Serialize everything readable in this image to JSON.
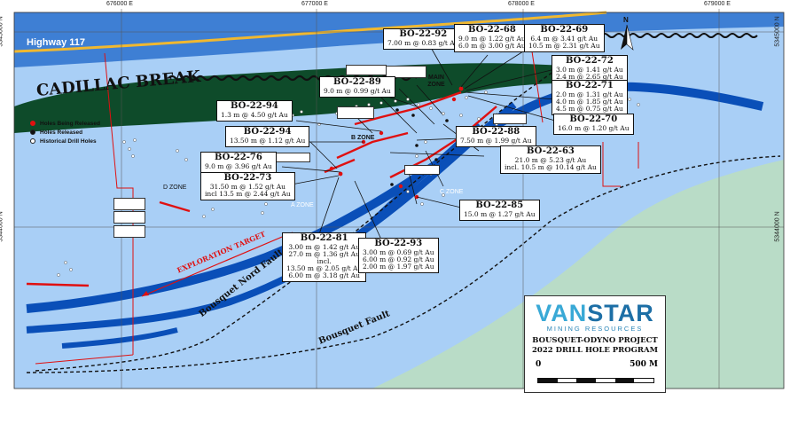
{
  "grid": {
    "eastings": [
      "676000 E",
      "677000 E",
      "678000 E",
      "679000 E"
    ],
    "northings": [
      "5345000 N",
      "5344000 N"
    ]
  },
  "colors": {
    "water_light": "#a9cff6",
    "water_dark": "#1d5fb8",
    "corridor": "#0a4fb8",
    "green_belt": "#0e4b2a",
    "land": "#b9dcc7",
    "drill_red": "#e01010",
    "highway": "#f0b830"
  },
  "map_labels": {
    "highway": "Highway 117",
    "cadillac": "CADILLAC BREAK",
    "exploration": "EXPLORATION TARGET",
    "bousquet_nord": "Bousquet Nord Fault",
    "bousquet": "Bousquet Fault",
    "north": "N"
  },
  "zones": {
    "main": "MAIN ZONE",
    "b": "B ZONE",
    "c": "C ZONE",
    "a": "A ZONE",
    "d": "D ZONE"
  },
  "legend": [
    {
      "label": "Holes Being Released",
      "color": "#e01010"
    },
    {
      "label": "Holes Released",
      "color": "#111111"
    },
    {
      "label": "Historical Drill Holes",
      "color": "#ffffff"
    }
  ],
  "holes": {
    "bo92": {
      "name": "BO-22-92",
      "lines": [
        "7.00 m @ 0.83 g/t Au"
      ]
    },
    "bo68": {
      "name": "BO-22-68",
      "lines": [
        "9.0 m @ 1.22 g/t Au",
        "6.0 m @ 3.00 g/t Au"
      ]
    },
    "bo69": {
      "name": "BO-22-69",
      "lines": [
        "6.4 m @ 3.41 g/t Au",
        "10.5 m @ 2.31 g/t Au"
      ]
    },
    "bo72": {
      "name": "BO-22-72",
      "lines": [
        "3.0 m @ 1.41 g/t Au",
        "2.4 m @ 2.65 g/t Au"
      ]
    },
    "bo71": {
      "name": "BO-22-71",
      "lines": [
        "2.0 m @ 1.31 g/t Au",
        "4.0 m @ 1.85 g/t Au",
        "4.5 m @ 0.75 g/t Au"
      ]
    },
    "bo70": {
      "name": "BO-22-70",
      "lines": [
        "16.0 m @ 1.20 g/t Au"
      ]
    },
    "bo89": {
      "name": "BO-22-89",
      "lines": [
        "9.0 m @ 0.99 g/t Au"
      ]
    },
    "bo94a": {
      "name": "BO-22-94",
      "lines": [
        "1.3 m @ 4.50 g/t Au"
      ]
    },
    "bo94b": {
      "name": "BO-22-94",
      "lines": [
        "13.50 m @ 1.12 g/t Au"
      ]
    },
    "bo88": {
      "name": "BO-22-88",
      "lines": [
        "7.50 m @ 1.99 g/t Au"
      ]
    },
    "bo63": {
      "name": "BO-22-63",
      "lines": [
        "21.0 m @ 5.23 g/t Au",
        "incl. 10.5 m @ 10.14 g/t Au"
      ]
    },
    "bo76": {
      "name": "BO-22-76",
      "lines": [
        "9.0 m @ 3.96 g/t Au"
      ]
    },
    "bo73": {
      "name": "BO-22-73",
      "lines": [
        "31.50 m @ 1.52 g/t Au",
        "incl 13.5 m @ 2.44 g/t Au"
      ]
    },
    "bo85": {
      "name": "BO-22-85",
      "lines": [
        "15.0 m @ 1.27 g/t Au"
      ]
    },
    "bo81": {
      "name": "BO-22-81",
      "lines": [
        "3.00 m @ 1.42 g/t Au",
        "27.0 m @ 1.36 g/t Au",
        "incl.",
        "13.50 m @ 2.05 g/t Au",
        "6.00 m @ 3.18 g/t Au"
      ]
    },
    "bo93": {
      "name": "BO-22-93",
      "lines": [
        "3.00 m @ 0.69 g/t Au",
        "6.00 m @ 0.92 g/t Au",
        "2.00 m @ 1.97 g/t Au"
      ]
    }
  },
  "logo": {
    "brand_a": "VAN",
    "brand_b": "STAR",
    "tagline": "MINING RESOURCES",
    "project": "BOUSQUET-ODYNO PROJECT",
    "program": "2022 DRILL HOLE PROGRAM"
  },
  "scale": {
    "start": "0",
    "end": "500 M"
  }
}
